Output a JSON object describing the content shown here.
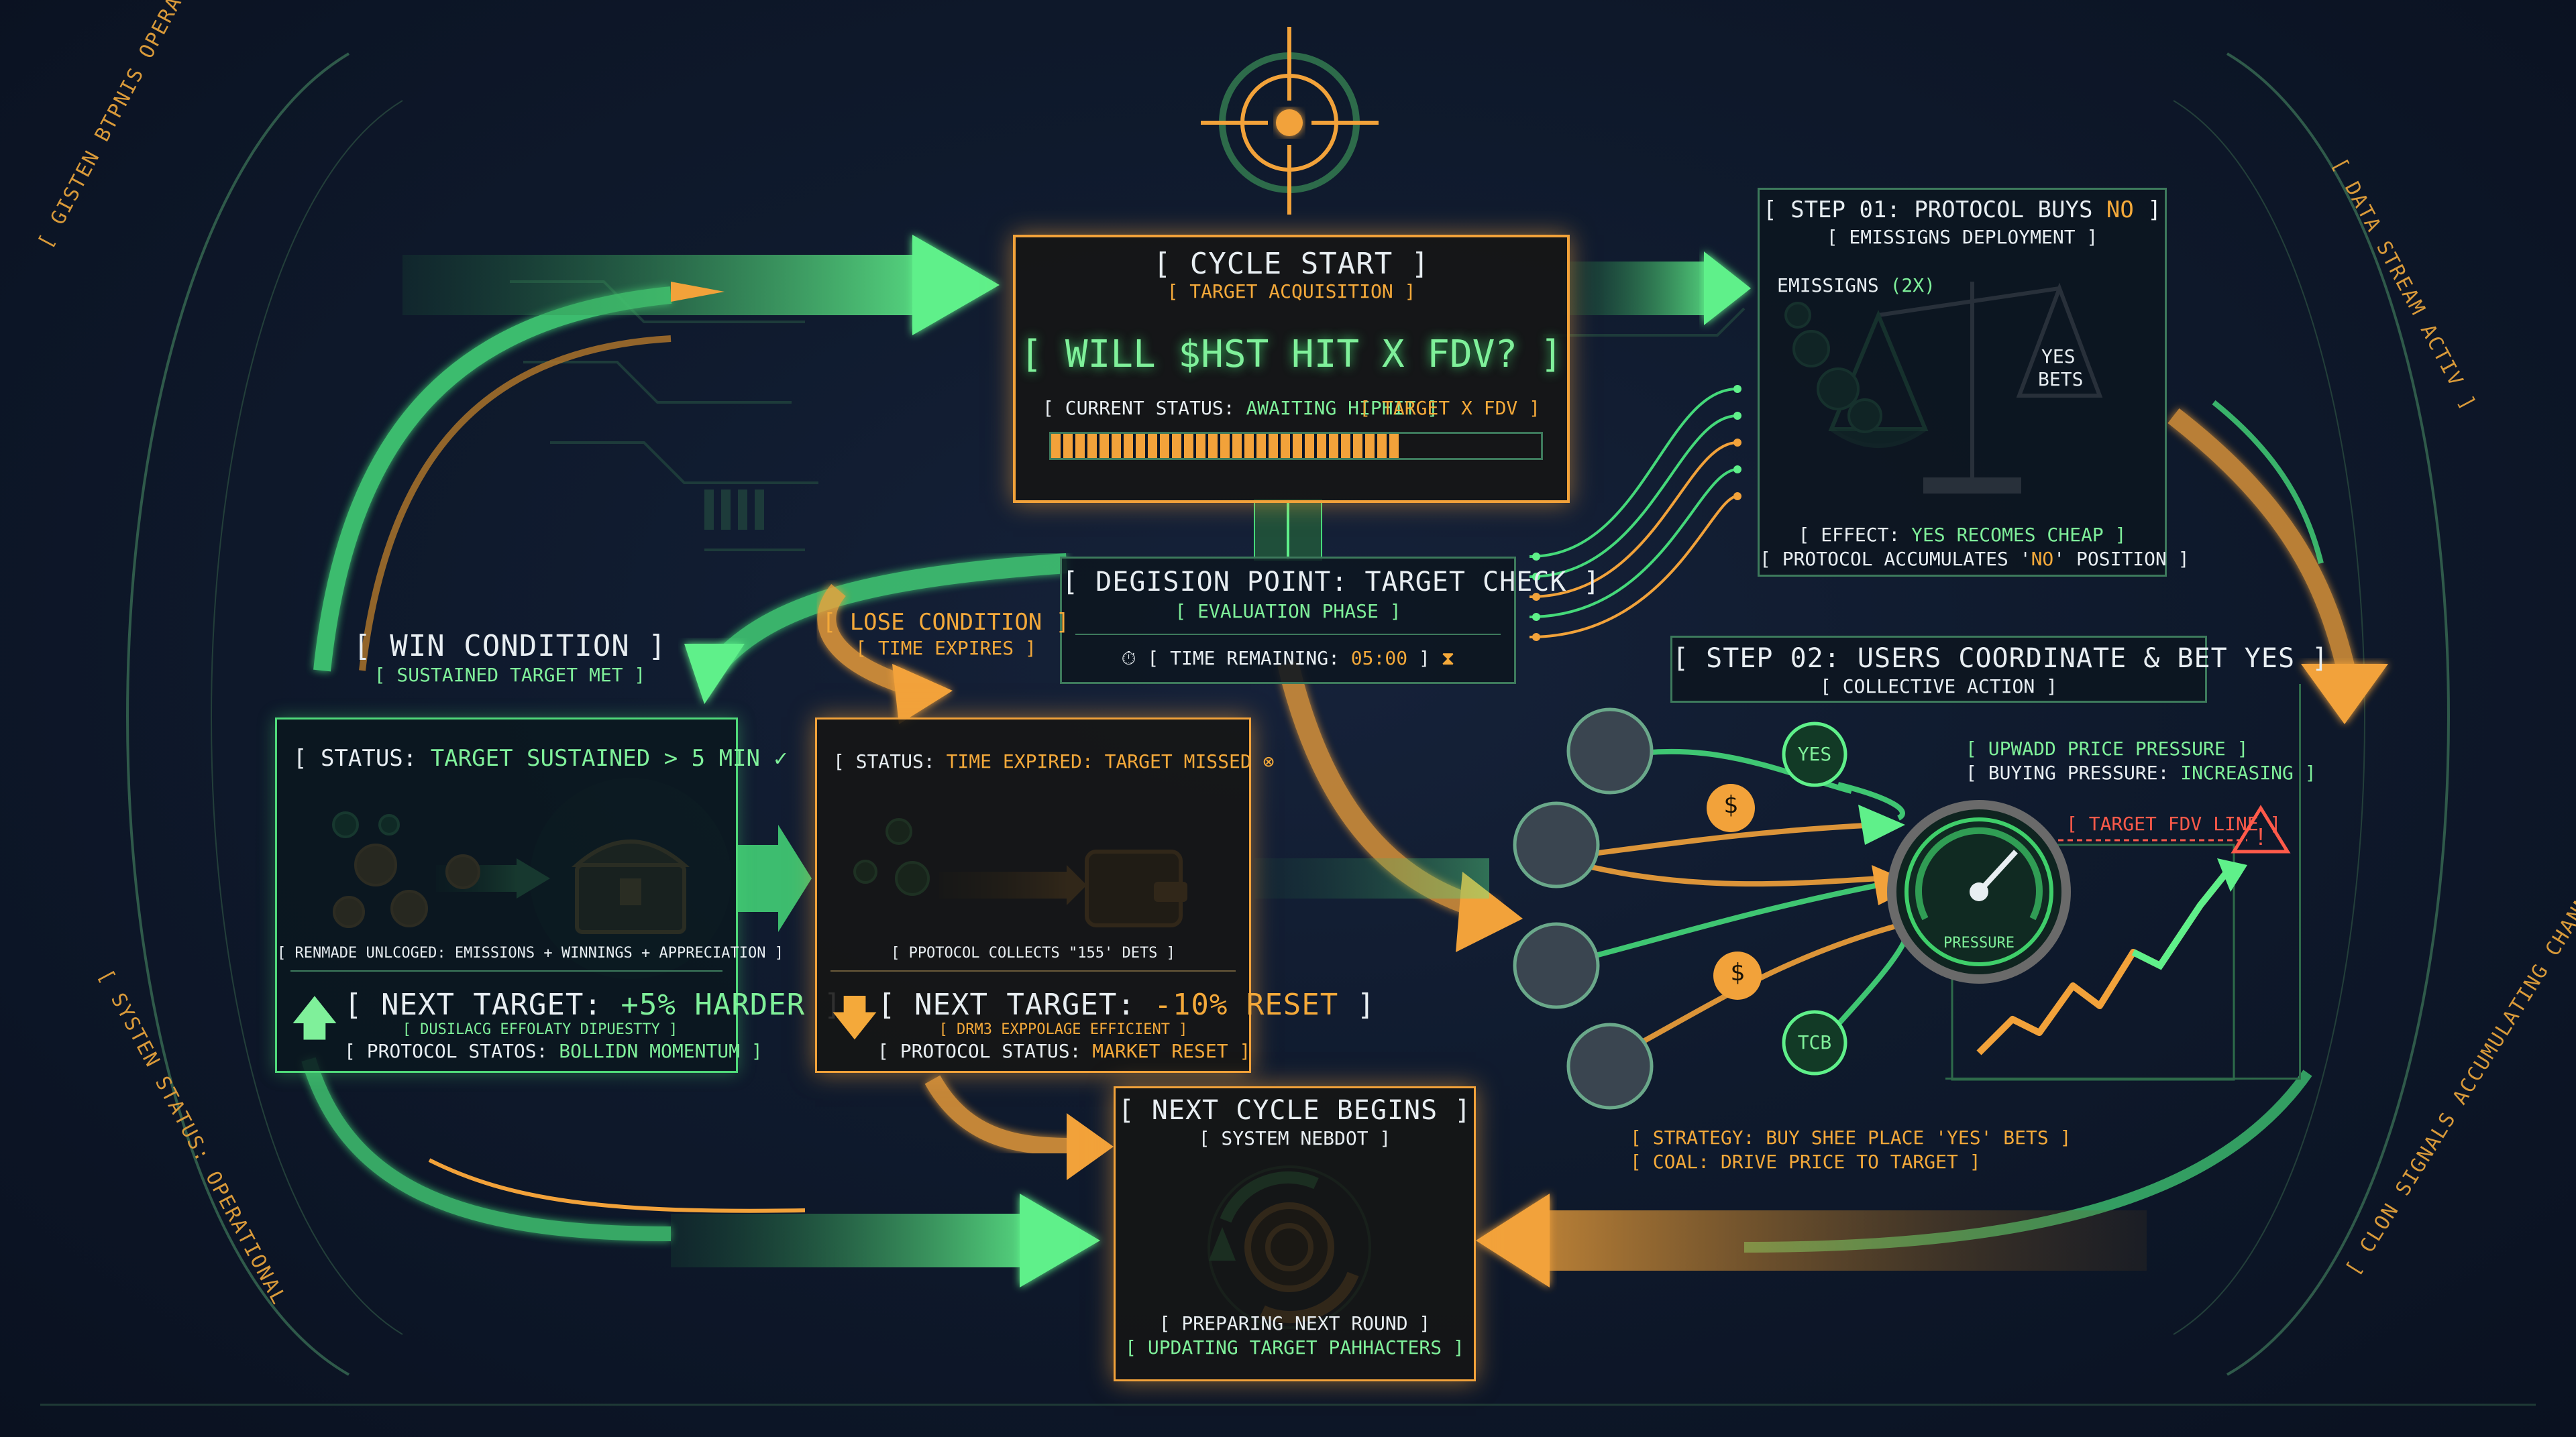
{
  "cycle_start": {
    "title": "[ CYCLE START ]",
    "subtitle": "[ TARGET ACQUISITION ]",
    "question": "[ WILL $HST HIT X FDV? ]",
    "status_label": "[ CURRENT STATUS:",
    "status_value": "AWAITING HIPHIT ]",
    "target_tag": "[ TARGET X FDV ]",
    "progress": 0.71
  },
  "step01": {
    "title_prefix": "[ STEP 01: PROTOCOL BUYS",
    "title_accent": "NO",
    "title_suffix": "]",
    "subtitle": "[ EMISSIGNS DEPLOYMENT ]",
    "emissions_label": "EMISSIGNS",
    "emissions_mult": "(2X)",
    "yes_bets_1": "YES",
    "yes_bets_2": "BETS",
    "effect_label": "[ EFFECT:",
    "effect_value": "YES RECOMES CHEAP ]",
    "accum_prefix": "[ PROTOCOL ACCUMULATES '",
    "accum_accent": "NO",
    "accum_suffix": "' POSITION ]"
  },
  "decision": {
    "title": "[ DEGISION POINT: TARGET CHECK ]",
    "subtitle": "[ EVALUATION PHASE ]",
    "time_label": "[ TIME REMAINING:",
    "time_value": "05:00",
    "time_close": "]"
  },
  "win": {
    "title": "[ WIN CONDITION ]",
    "subtitle": "[ SUSTAINED TARGET MET ]",
    "status_label": "[ STATUS:",
    "status_value": "TARGET SUSTAINED > 5 MIN",
    "rewards": "[ RENMADE UNLCOGED: EMISSIONS + WINNINGS + APPRECIATION ]",
    "next_label": "[ NEXT TARGET:",
    "next_value": "+5% HARDER",
    "next_close": "]",
    "note": "[ DUSILACG EFFOLATY DIPUESTTY ]",
    "proto_label": "[ PROTOCOL STATOS:",
    "proto_value": "BOLLIDN MOMENTUM ]"
  },
  "lose": {
    "title": "[ LOSE CONDITION ]",
    "subtitle": "[ TIME EXPIRES ]",
    "status_label": "[ STATUS:",
    "status_value": "TIME EXPIRED: TARGET MISSED",
    "collects": "[ PPOTOCOL COLLECTS \"155' DETS ]",
    "next_label": "[ NEXT TARGET:",
    "next_value": "-10% RESET",
    "next_close": "]",
    "note": "[ DRM3 EXPPOLAGE EFFICIENT ]",
    "proto_label": "[ PROTOCOL STATUS:",
    "proto_value": "MARKET RESET ]"
  },
  "step02": {
    "title": "[ STEP 02: USERS COORDINATE & BET YES ]",
    "subtitle": "[ COLLECTIVE ACTION ]",
    "upward": "[ UPWADD PRICE PRESSURE ]",
    "buying_label": "[ BUYING PRESSURE:",
    "buying_value": "INCREASING ]",
    "fdv_line": "[ TARGET FDV LINE ]",
    "gauge_label": "PRESSURE",
    "yes_token": "YES",
    "tcb_token": "TCB",
    "strategy": "[ STRATEGY: BUY SHEE PLACE 'YES' BETS ]",
    "goal": "[ COAL: DRIVE PRICE TO TARGET ]"
  },
  "next_cycle": {
    "title": "[ NEXT CYCLE BEGINS ]",
    "subtitle": "[ SYSTEM NEBDOT ]",
    "line1": "[ PREPARING NEXT ROUND ]",
    "line2": "[ UPDATING TARGET PAHHACTERS ]"
  },
  "side_labels": {
    "left_top": "[ GISTEN BTPNIS OPERATIONAL",
    "left_bottom": "[ SYSTEN STATUS: OPERATIONAL",
    "right_top": "[ DATA STREAM ACTIV ]",
    "right_bottom": "[ CLON SIGNALS ACCUMULATING CHANNEL FLOW ]"
  },
  "colors": {
    "green": "#7ff09a",
    "orange": "#f4a93a",
    "red": "#ff5a4a",
    "background": "#0c1424"
  }
}
